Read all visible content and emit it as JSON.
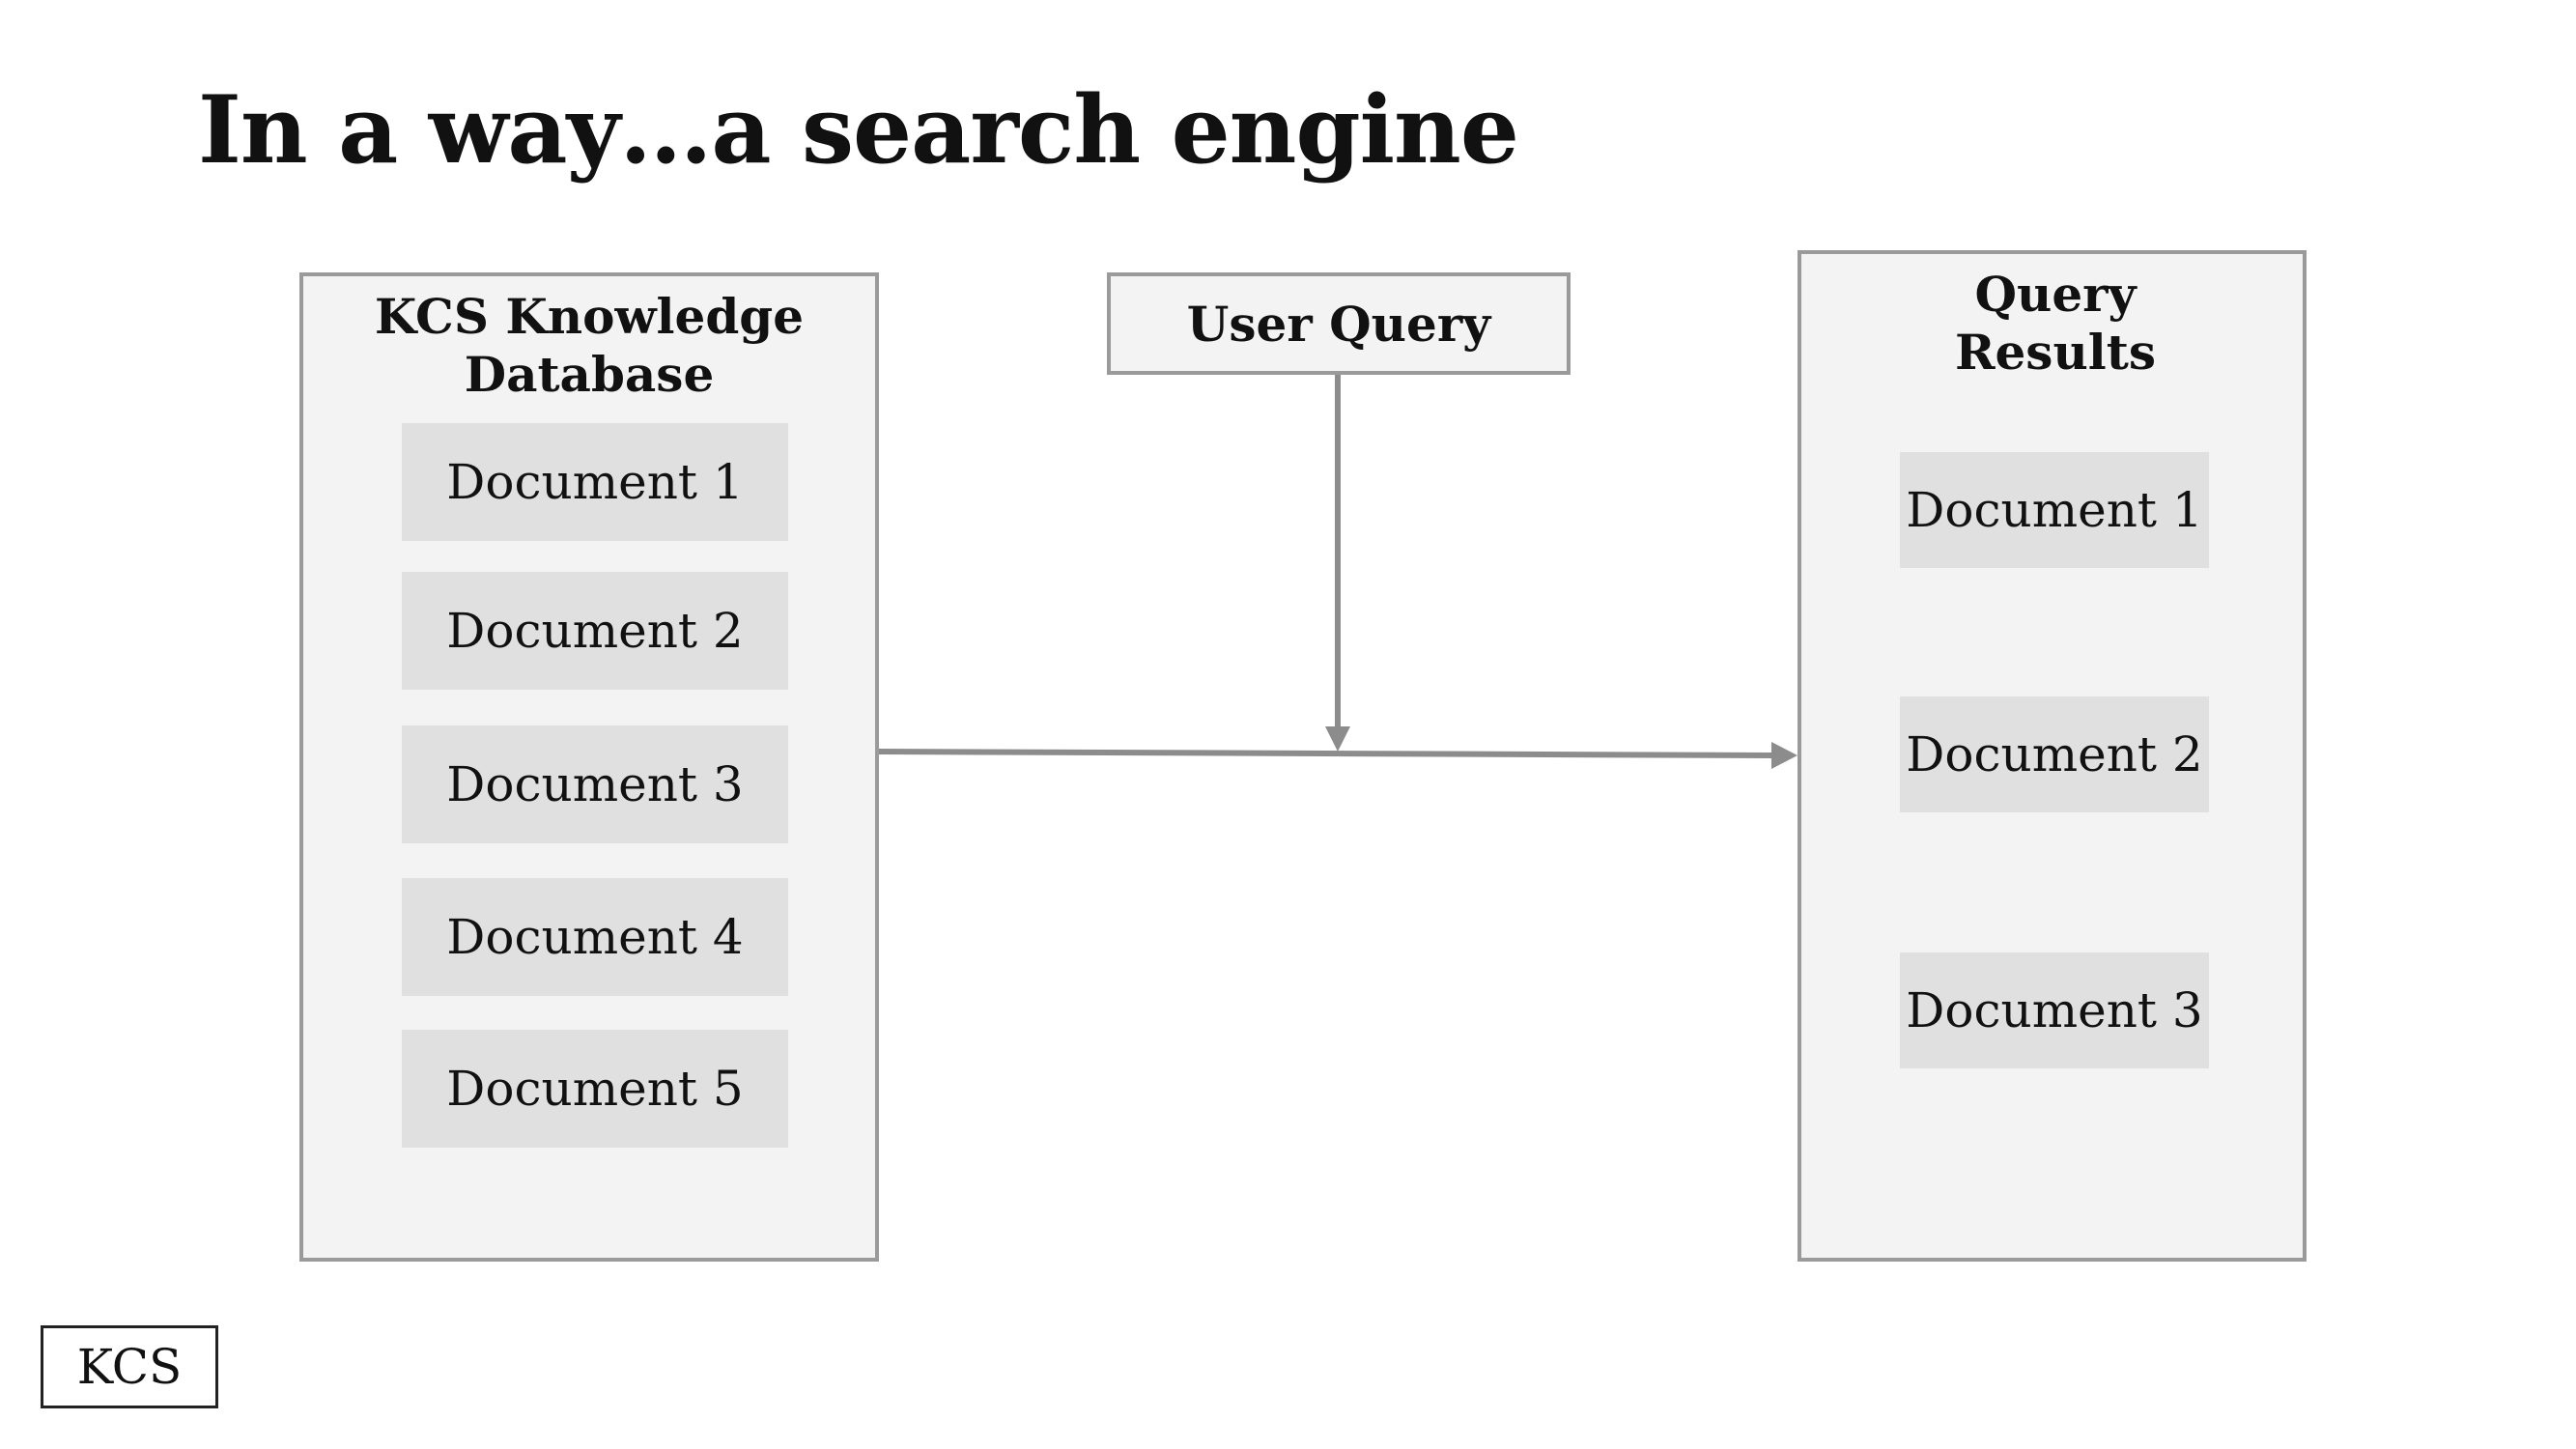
{
  "title": "In a way…a search engine",
  "knowledge_base": {
    "title": "KCS Knowledge Database",
    "documents": [
      "Document 1",
      "Document 2",
      "Document 3",
      "Document 4",
      "Document 5"
    ]
  },
  "user_query": {
    "label": "User Query"
  },
  "query_results": {
    "title": "Query Results",
    "documents": [
      "Document 1",
      "Document 2",
      "Document 3"
    ]
  },
  "footer": {
    "badge": "KCS"
  },
  "colors": {
    "panel_fill": "#f3f3f3",
    "panel_border": "#9a9a9a",
    "doc_fill": "#e0e0e0",
    "arrow": "#8c8c8c"
  }
}
